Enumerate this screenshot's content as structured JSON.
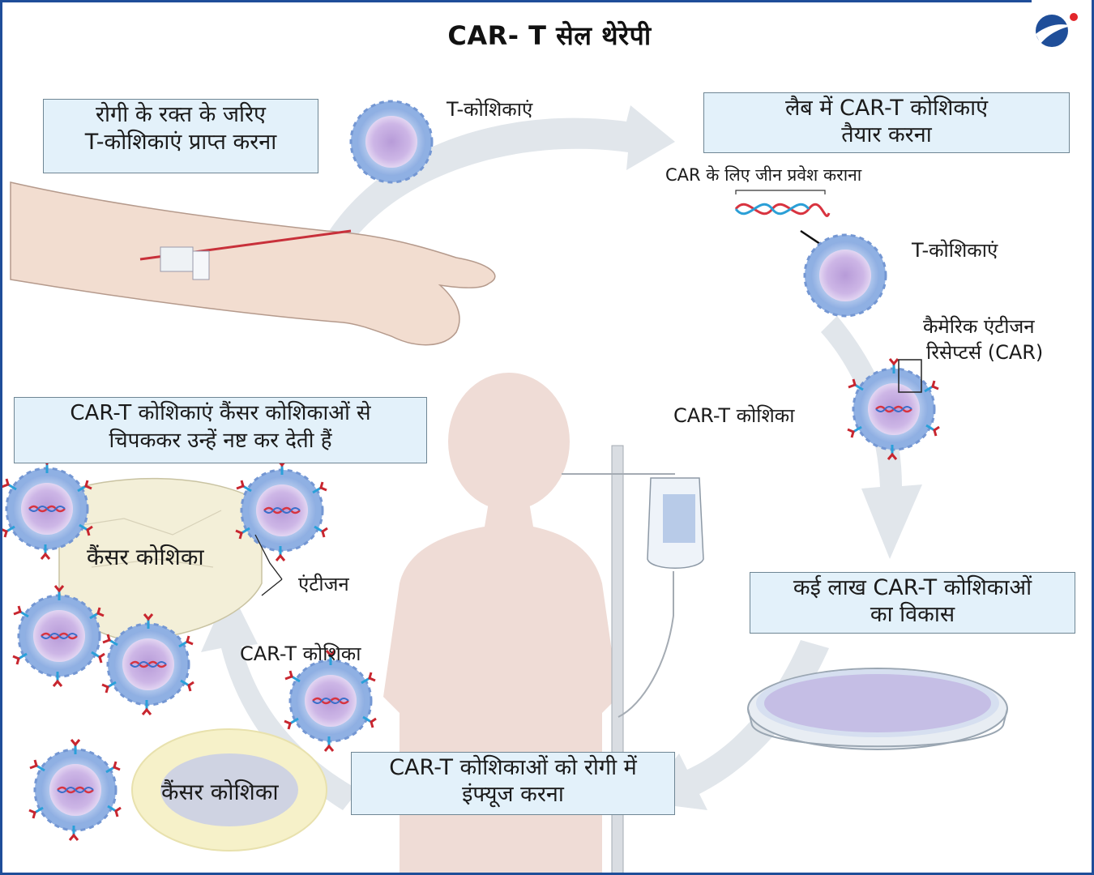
{
  "title": "CAR- T सेल थेरेपी",
  "steps": {
    "collect": [
      "रोगी के रक्त के जरिए",
      "T-कोशिकाएं प्राप्त करना"
    ],
    "lab": [
      "लैब में CAR-T कोशिकाएं",
      "तैयार करना"
    ],
    "grow": [
      "कई लाख CAR-T कोशिकाओं",
      "का विकास"
    ],
    "infuse": [
      "CAR-T कोशिकाओं को रोगी में",
      "इंफ्यूज करना"
    ],
    "attack": [
      "CAR-T कोशिकाएं कैंसर कोशिकाओं से",
      "चिपककर उन्हें नष्ट कर देती हैं"
    ]
  },
  "labels": {
    "t_cells_top": "T-कोशिकाएं",
    "gene_insert": "CAR के लिए जीन प्रवेश कराना",
    "t_cells_lab": "T-कोशिकाएं",
    "car_receptor": [
      "कैमेरिक एंटीजन",
      "रिसेप्टर्स (CAR)"
    ],
    "car_t_cell_right": "CAR-T कोशिका",
    "car_t_cell_left": "CAR-T कोशिका",
    "cancer_cell_top": "कैंसर कोशिका",
    "antigen": "एंटीजन",
    "cancer_cell_bottom": "कैंसर कोशिका"
  },
  "colors": {
    "frame": "#1f4e99",
    "box_fill": "#e3f1fa",
    "arrow": "#dfe5ea",
    "cell_outer": "#9fb9e6",
    "cell_nucleus": "#c9b2e0",
    "cancer_cell": "#f5efcf"
  },
  "icons": [
    "logo-icon",
    "t-cell-icon",
    "car-t-cell-icon",
    "dna-icon",
    "petri-dish-icon",
    "iv-bag-icon",
    "arm-icon",
    "patient-silhouette-icon"
  ]
}
